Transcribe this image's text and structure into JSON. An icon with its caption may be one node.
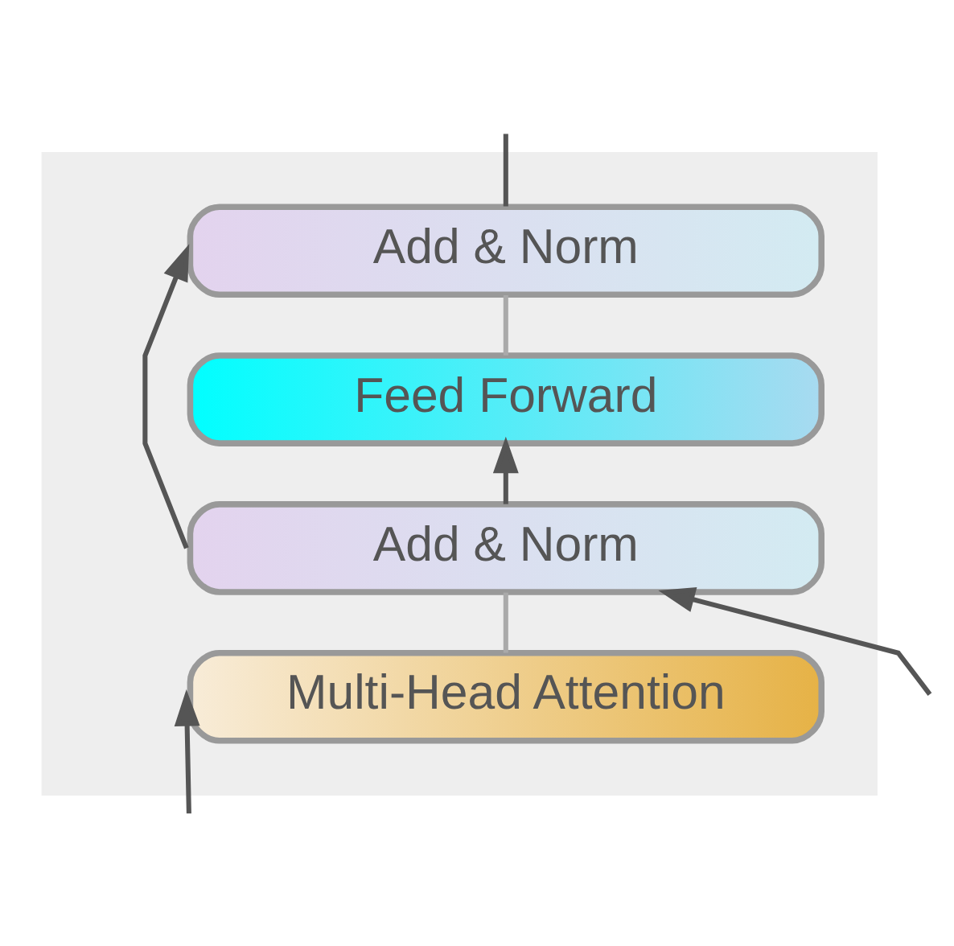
{
  "diagram": {
    "nodes": [
      {
        "text": [],
        "shape": "box"
      },
      {
        "text": [
          "Add & Norm"
        ],
        "in": 0
      },
      {
        "text": [
          "Feed Forward"
        ],
        "in": 0
      },
      {
        "text": [
          "Add & Norm"
        ],
        "in": 0
      },
      {
        "text": [
          "Multi-Head Attention"
        ],
        "in": 0
      }
    ],
    "edges": [
      {
        "from": null,
        "to": 4,
        "arrow": "to"
      },
      {
        "from": null,
        "to": 3,
        "arrow": "to"
      },
      {
        "from": 4,
        "to": 3,
        "arrow": "none",
        "color": "#aaaaaa"
      },
      {
        "from": 3,
        "to": 2,
        "arrow": "to"
      },
      {
        "from": 3,
        "to": 1,
        "arrow": "to"
      },
      {
        "from": 2,
        "to": 1,
        "arrow": "none",
        "color": "#aaaaaa"
      },
      {
        "from": 1,
        "to": null,
        "arrow": "none"
      }
    ]
  }
}
